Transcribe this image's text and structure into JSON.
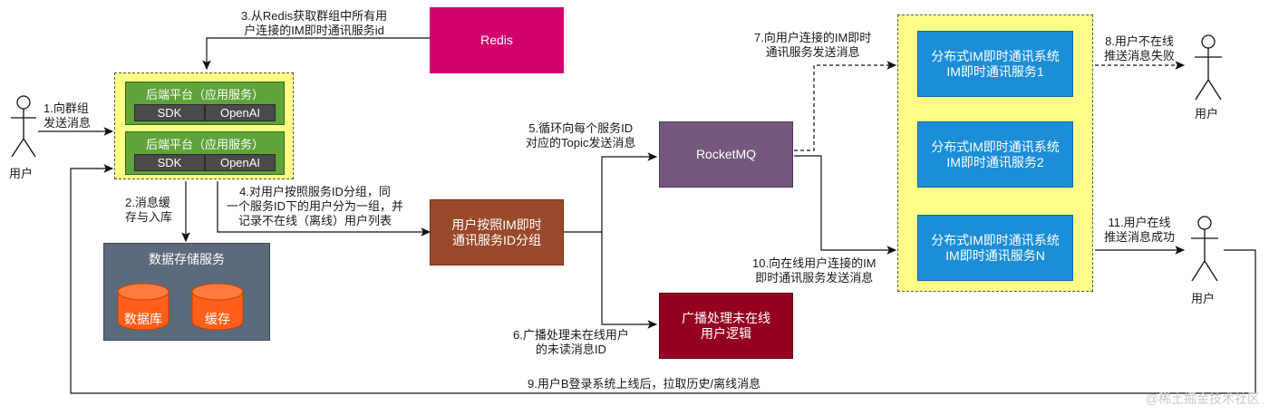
{
  "users": {
    "left": "用户",
    "top_right": "用户",
    "right": "用户"
  },
  "backend": {
    "title": "后端平台（应用服务）",
    "sdk": "SDK",
    "openai": "OpenAI"
  },
  "redis": "Redis",
  "storage": {
    "title": "数据存储服务",
    "db": "数据库",
    "cache": "缓存"
  },
  "grouping": [
    "用户按照IM即时",
    "通讯服务ID分组"
  ],
  "rocketmq": "RocketMQ",
  "broadcast": [
    "广播处理未在线",
    "用户逻辑"
  ],
  "im_services": [
    [
      "分布式IM即时通讯系统",
      "IM即时通讯服务1"
    ],
    [
      "分布式IM即时通讯系统",
      "IM即时通讯服务2"
    ],
    [
      "分布式IM即时通讯系统",
      "IM即时通讯服务N"
    ]
  ],
  "steps": {
    "s1": [
      "1.向群组",
      "发送消息"
    ],
    "s2": [
      "2.消息缓",
      "存与入库"
    ],
    "s3": [
      "3.从Redis获取群组中所有用",
      "户连接的IM即时通讯服务id"
    ],
    "s4": [
      "4.对用户按照服务ID分组，同",
      "一个服务ID下的用户分为一组，并",
      "记录不在线（离线）用户列表"
    ],
    "s5": [
      "5.循环向每个服务ID",
      "对应的Topic发送消息"
    ],
    "s6": [
      "6.广播处理未在线用户",
      "的未读消息ID"
    ],
    "s7": [
      "7.向用户连接的IM即时",
      "通讯服务发送消息"
    ],
    "s8": [
      "8.用户不在线",
      "推送消息失败"
    ],
    "s9": "9.用户B登录系统上线后，拉取历史/离线消息",
    "s10": [
      "10.向在线用户连接的IM",
      "即时通讯服务发送消息"
    ],
    "s11": [
      "11.用户在线",
      "推送消息成功"
    ]
  },
  "watermark": "@稀土掘金技术社区",
  "colors": {
    "redis": "#d2006f",
    "storage": "#5b6b7b",
    "orange": "#ff5f1a",
    "grouping": "#9a4a2a",
    "rocketmq": "#75587e",
    "broadcast": "#960020",
    "im": "#1c8ed8",
    "frame": "#ffff88",
    "green": "#5fa33a"
  }
}
